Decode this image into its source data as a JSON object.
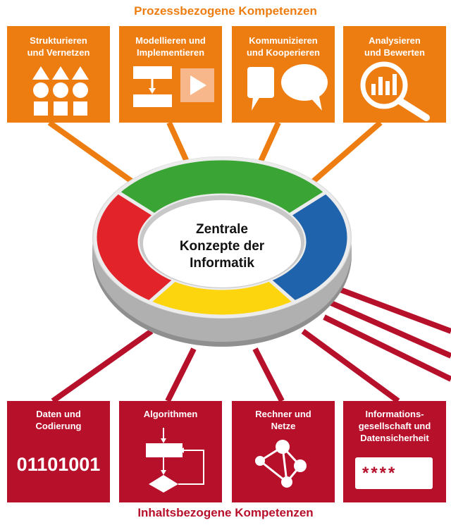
{
  "diagram": {
    "process_heading": "Prozessbezogene Kompetenzen",
    "content_heading": "Inhaltsbezogene Kompetenzen",
    "center_label": "Zentrale\nKonzepte der\nInformatik",
    "process_boxes": [
      {
        "label": "Strukturieren\nund Vernetzen",
        "icon": "shapes-grid-icon"
      },
      {
        "label": "Modellieren und\nImplementieren",
        "icon": "flowchart-play-icon"
      },
      {
        "label": "Kommunizieren\nund Kooperieren",
        "icon": "speech-bubbles-icon"
      },
      {
        "label": "Analysieren\nund Bewerten",
        "icon": "magnifier-chart-icon"
      }
    ],
    "content_boxes": [
      {
        "label": "Daten und\nCodierung",
        "value": "01101001"
      },
      {
        "label": "Algorithmen",
        "icon": "flowchart-icon"
      },
      {
        "label": "Rechner und\nNetze",
        "icon": "network-graph-icon"
      },
      {
        "label": "Informations-\ngesellschaft und\nDatensicherheit",
        "value": "****"
      }
    ]
  },
  "colors": {
    "process": "#ee7d11",
    "content": "#b7102b",
    "ring_green": "#3aa535",
    "ring_blue": "#1f63ad",
    "ring_yellow": "#fcd50e",
    "ring_red": "#e2232a",
    "ring_side": "#a6a6a6"
  }
}
